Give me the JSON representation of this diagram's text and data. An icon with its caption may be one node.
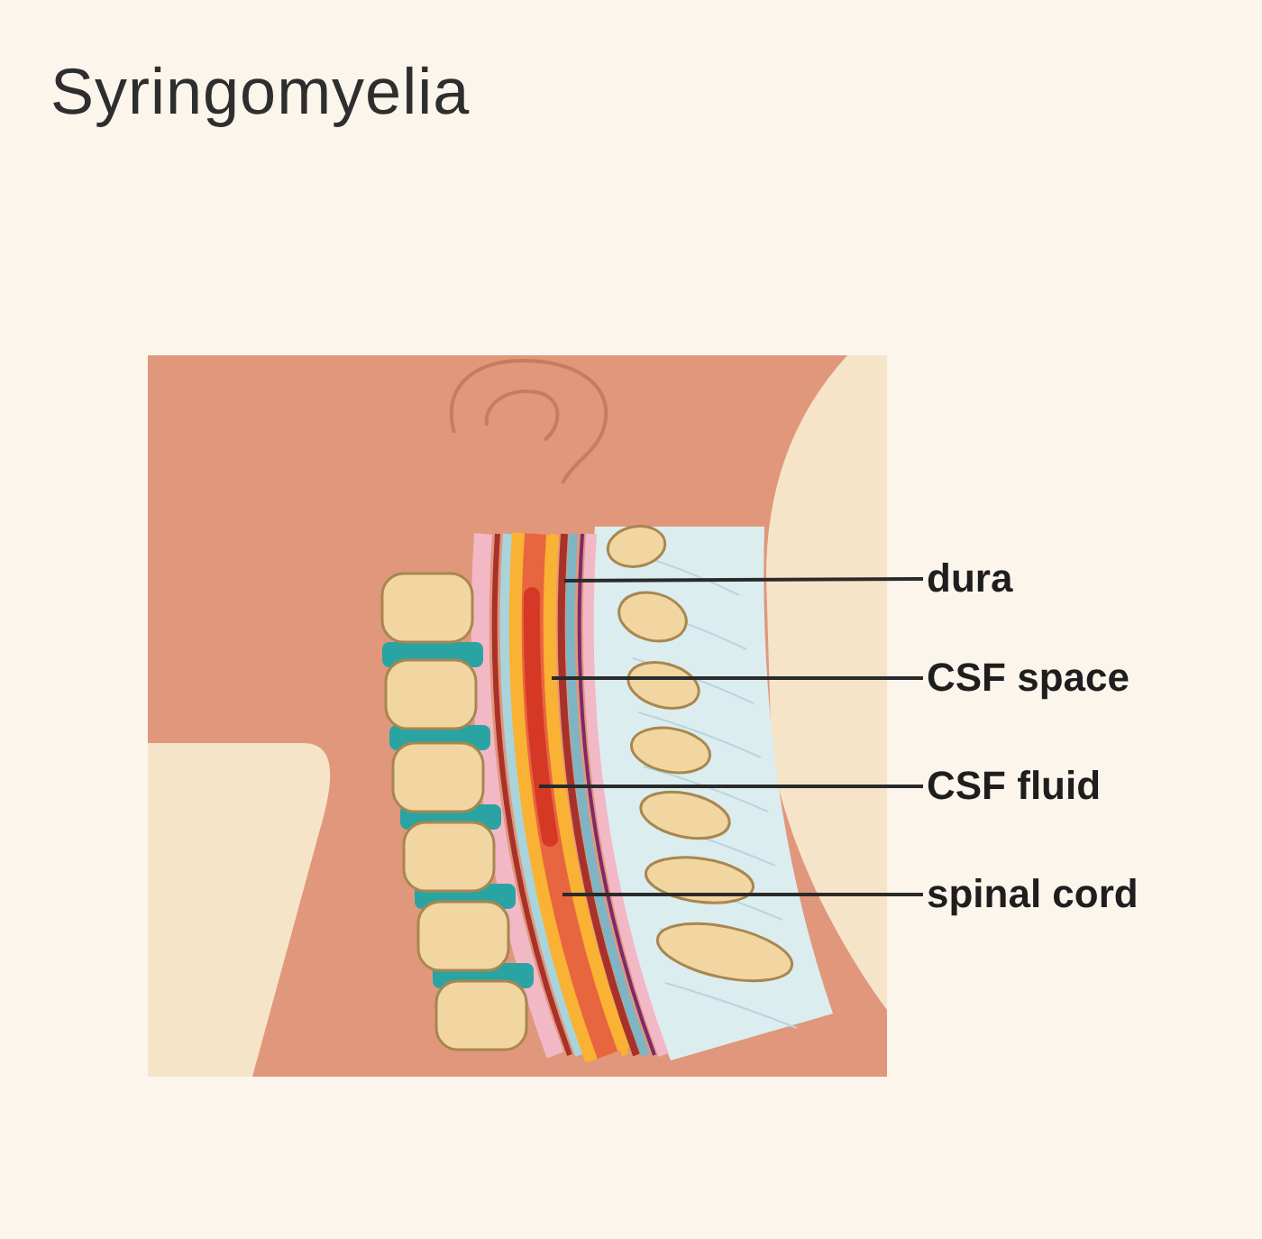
{
  "diagram": {
    "title": "Syringomyelia",
    "nodes": [
      {
        "text": [
          "dura"
        ]
      },
      {
        "text": [
          "CSF space"
        ]
      },
      {
        "text": [
          "CSF fluid"
        ]
      },
      {
        "text": [
          "spinal cord"
        ]
      },
      {
        "text": [],
        "shape": "band"
      },
      {
        "text": [],
        "shape": "band"
      },
      {
        "text": [],
        "shape": "blob",
        "in": 7
      },
      {
        "text": [],
        "shape": "band"
      }
    ],
    "edges": [
      {
        "from": 0,
        "to": 4,
        "arrow": "none"
      },
      {
        "from": 1,
        "to": 5,
        "arrow": "none"
      },
      {
        "from": 2,
        "to": 6,
        "arrow": "none"
      },
      {
        "from": 3,
        "to": 7,
        "arrow": "none"
      }
    ]
  }
}
